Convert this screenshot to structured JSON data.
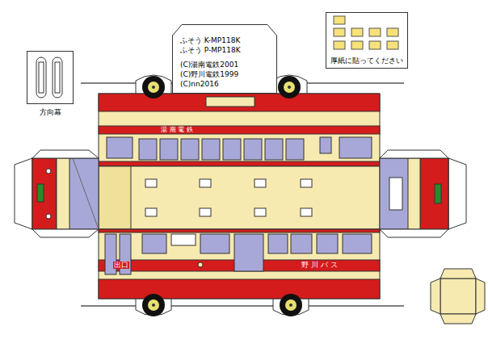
{
  "diagram": {
    "nodes": [
      {
        "text": [
          "ふそう K-MP118K",
          "ふそう P-MP118K",
          "(C)湯南電鉄2001",
          "(C)野川電鉄1999",
          "(C)nn2016"
        ]
      },
      {
        "text": [
          "方向幕"
        ]
      },
      {
        "text": [
          "厚紙に貼ってください"
        ]
      }
    ],
    "labels": [
      "湯 南 電 鉄",
      "出口",
      "野 川 バ ス"
    ]
  }
}
